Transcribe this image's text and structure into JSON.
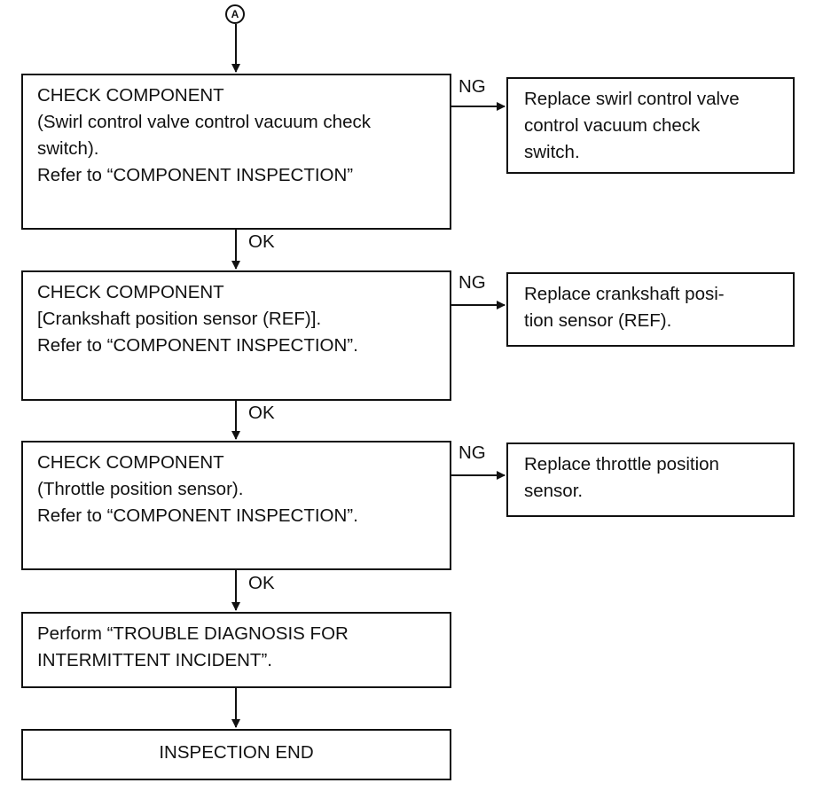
{
  "start": {
    "marker": "A"
  },
  "steps": [
    {
      "main": "CHECK COMPONENT\n(Swirl control valve control vacuum check\nswitch).\nRefer to “COMPONENT INSPECTION”",
      "ng_label": "NG",
      "ng_action": "Replace swirl control valve\ncontrol vacuum check\nswitch.",
      "ok_label": "OK"
    },
    {
      "main": "CHECK COMPONENT\n[Crankshaft position sensor (REF)].\nRefer to “COMPONENT INSPECTION”.",
      "ng_label": "NG",
      "ng_action": "Replace crankshaft posi-\ntion sensor (REF).",
      "ok_label": "OK"
    },
    {
      "main": "CHECK COMPONENT\n(Throttle position sensor).\nRefer to “COMPONENT INSPECTION”.",
      "ng_label": "NG",
      "ng_action": "Replace throttle position\nsensor.",
      "ok_label": "OK"
    }
  ],
  "perform": "Perform “TROUBLE DIAGNOSIS FOR\nINTERMITTENT INCIDENT”.",
  "end": "INSPECTION END"
}
